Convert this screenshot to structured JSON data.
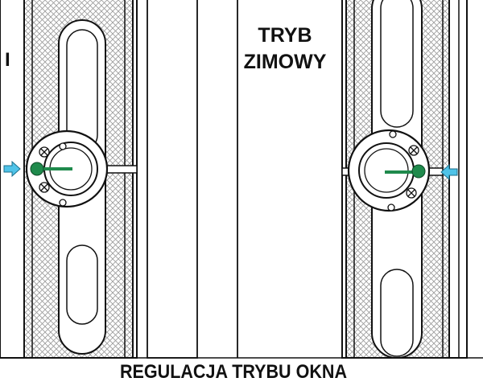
{
  "labels": {
    "mode_line1": "TRYB",
    "mode_line2": "ZIMOWY",
    "caption": "REGULACJA TRYBU OKNA",
    "left_edge_fragment": "I"
  },
  "colors": {
    "outline": "#111111",
    "hatch": "#9a9a9a",
    "indicator": "#1f8a4c",
    "arrow": "#4fc3e8",
    "background": "#ffffff"
  },
  "icons": {
    "left_arrow": "arrow-right-icon",
    "right_arrow": "arrow-left-icon",
    "screw": "cross-screw-icon"
  }
}
